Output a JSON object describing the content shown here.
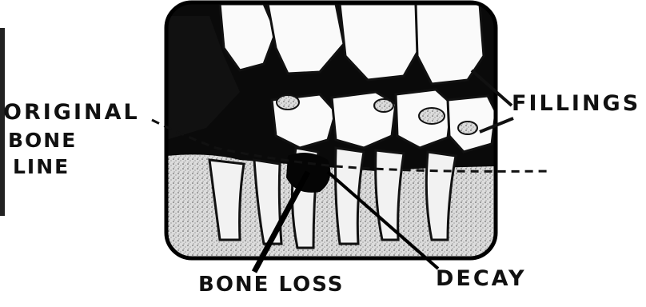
{
  "labels": {
    "original_bone_line": [
      "ORIGINAL",
      "BONE",
      "LINE"
    ],
    "fillings": "FILLINGS",
    "bone_loss": "BONE LOSS",
    "decay": "DECAY"
  }
}
